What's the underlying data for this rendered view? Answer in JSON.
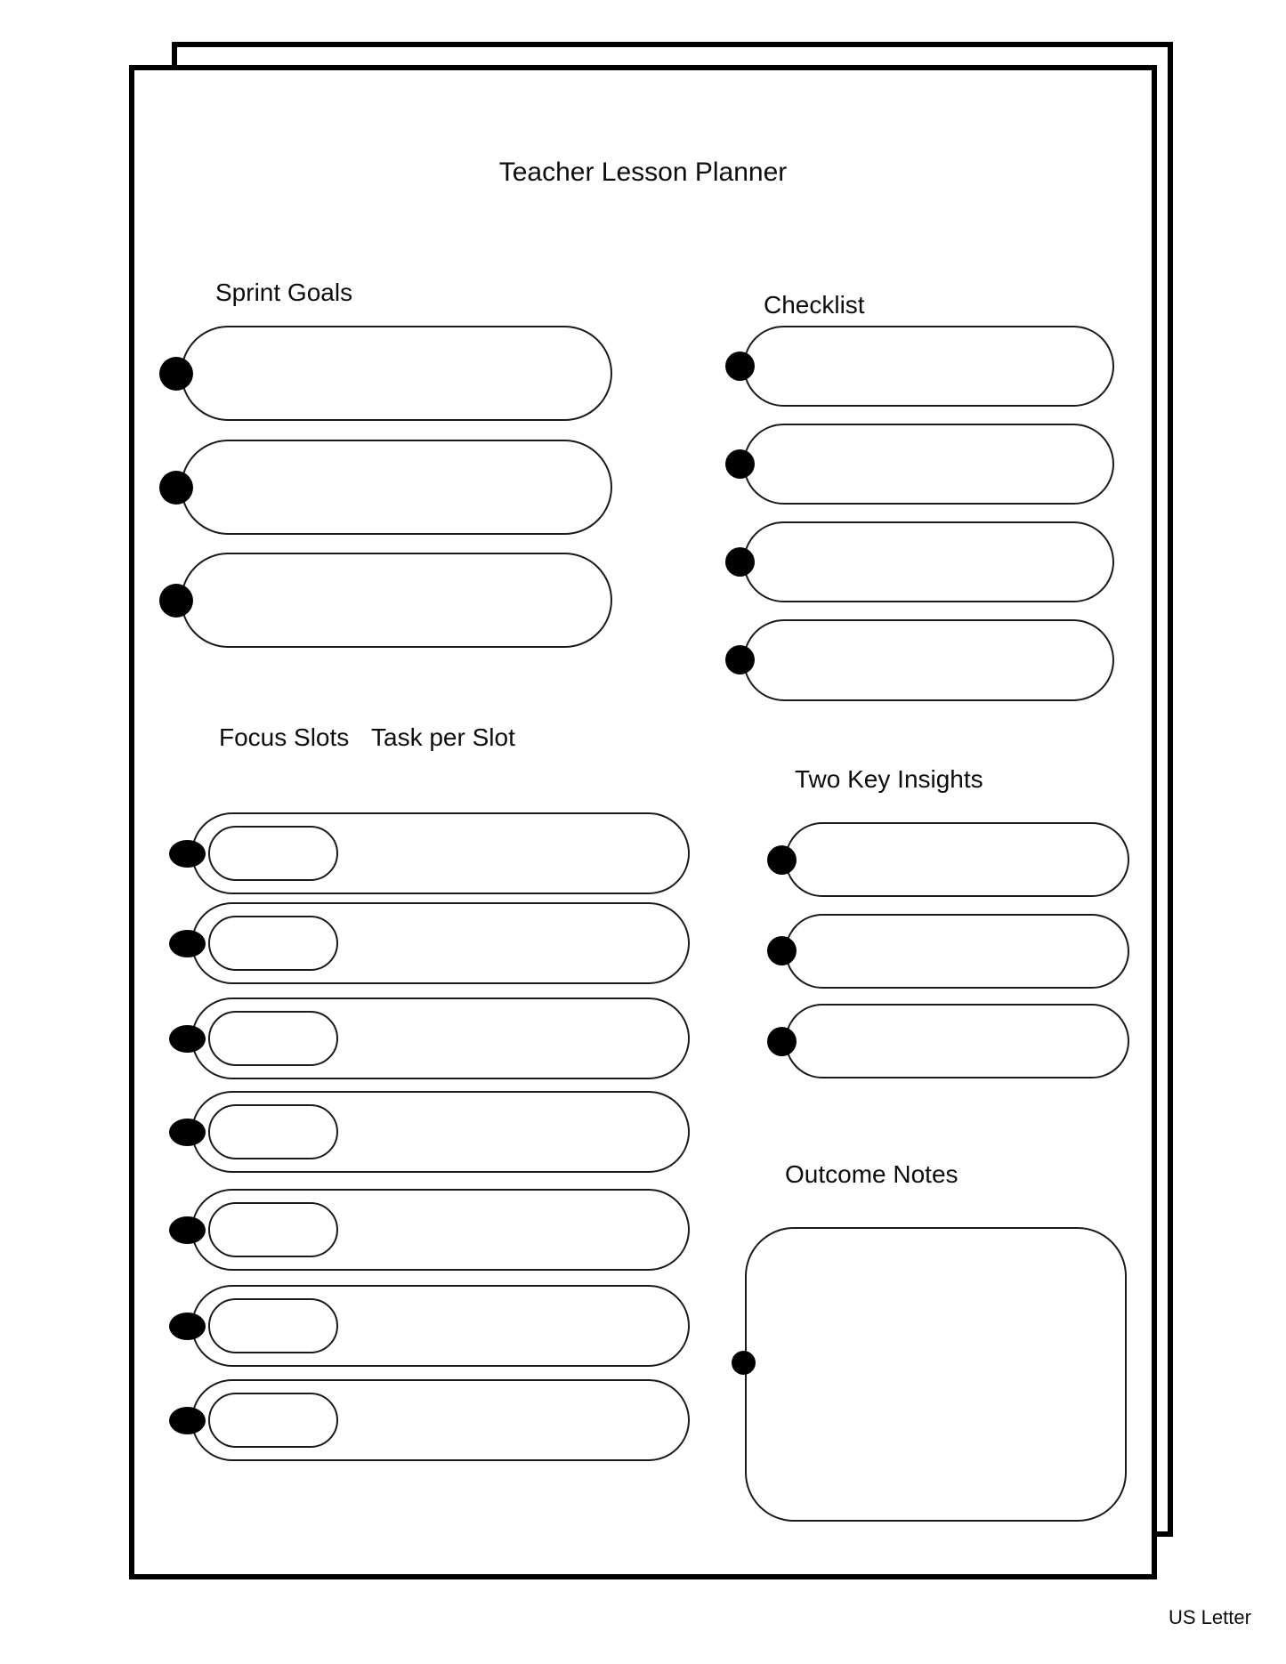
{
  "document": {
    "title": "Teacher Lesson Planner",
    "paper_size": "US Letter"
  },
  "colors": {
    "ink": "#000000",
    "paper": "#ffffff"
  },
  "sections": {
    "sprint_goals": {
      "heading": "Sprint Goals",
      "field_count": 3
    },
    "checklist": {
      "heading": "Checklist",
      "field_count": 4
    },
    "focus_slots": {
      "heading": "Focus Slots",
      "subheading": "Task per Slot",
      "row_count": 7
    },
    "insights": {
      "heading": "Two Key Insights",
      "field_count": 3
    },
    "outcome_notes": {
      "heading": "Outcome Notes"
    }
  }
}
